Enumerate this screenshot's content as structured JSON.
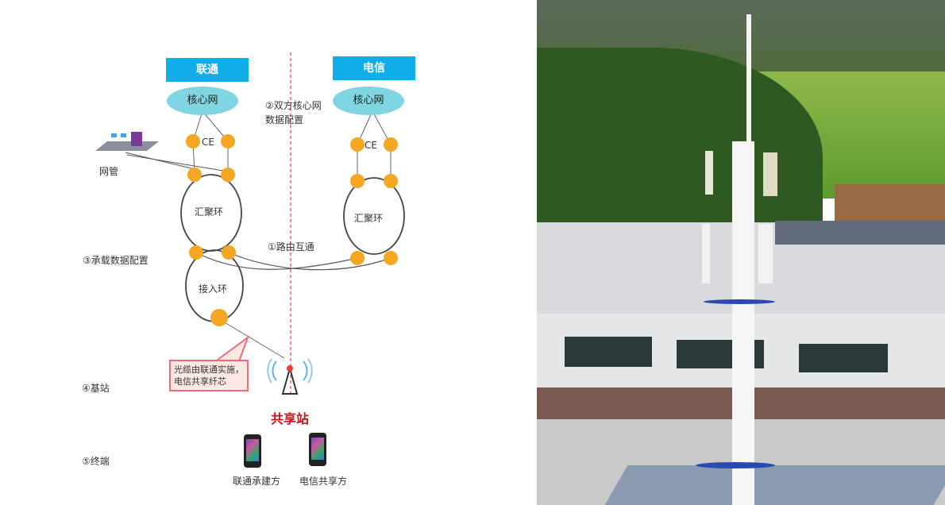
{
  "left_diagram": {
    "operators": [
      {
        "name": "联通",
        "core": "核心网",
        "ce_label": "CE",
        "ring": "汇聚环"
      },
      {
        "name": "电信",
        "core": "核心网",
        "ce_label": "CE",
        "ring": "汇聚环"
      }
    ],
    "nms_label": "网管",
    "access_ring": "接入环",
    "annotations": {
      "core_data": "②双方核心网数据配置",
      "core_data_l1": "②双方核心网",
      "core_data_l2": "数据配置",
      "routing": "①路由互通",
      "bearer": "③承载数据配置",
      "base_station": "④基站",
      "terminal": "⑤终端"
    },
    "callout": "光缆由联通实施，电信共享纤芯",
    "shared_station": "共享站",
    "terminals": [
      "联通承建方",
      "电信共享方"
    ],
    "colors": {
      "header": "#10aee8",
      "core": "#7fd6e2",
      "router": "#f5a623",
      "shared": "#d0101a",
      "divider": "#ee3a5a"
    }
  },
  "right_photo": {
    "subject": "shared telecom tower on rooftop",
    "description": "white monopole tower with panel antennas over brick buildings, green hillside behind"
  }
}
